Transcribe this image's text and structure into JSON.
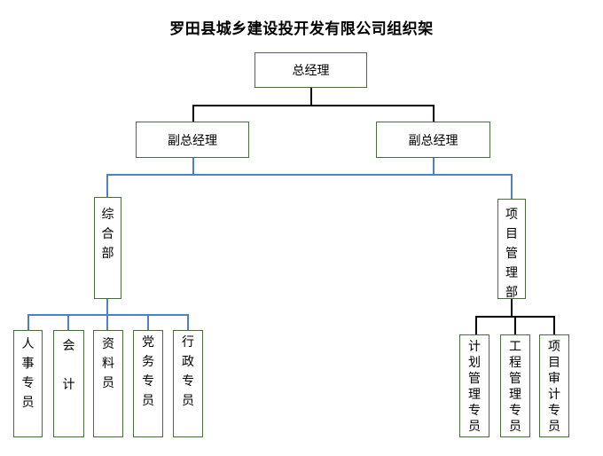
{
  "title": "罗田县城乡建设投开发有限公司组织架",
  "org": {
    "gm": "总经理",
    "deputy_left": "副总经理",
    "deputy_right": "副总经理",
    "dept_general": "综\n合\n部",
    "dept_project": "项\n目\n管\n理\n部",
    "staff_general": [
      "人\n事\n专\n员",
      "会\n\n计",
      "资\n料\n员",
      "党\n务\n专\n员",
      "行\n政\n专\n员"
    ],
    "staff_project": [
      "计\n划\n管\n理\n专\n员",
      "工\n程\n管\n理\n专\n员",
      "项\n目\n审\n计\n专\n员"
    ]
  },
  "colors": {
    "box_border": "#4a6a40",
    "connector_blue": "#4f81bd",
    "connector_black": "#000000"
  }
}
